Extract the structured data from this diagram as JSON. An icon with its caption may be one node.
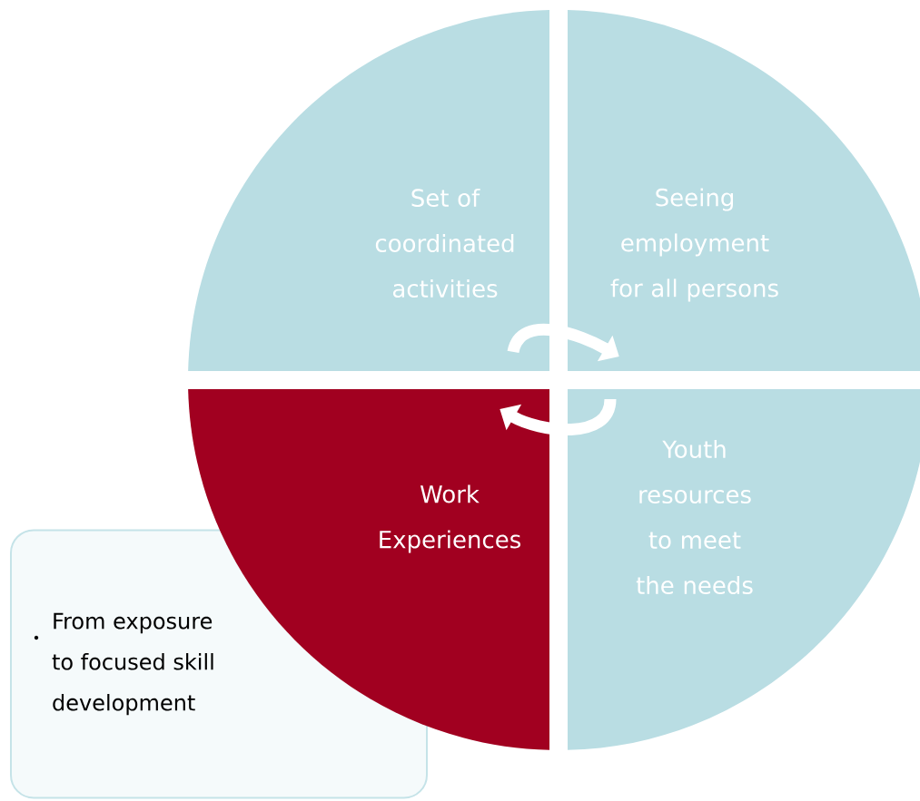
{
  "diagram": {
    "nodes": [
      {
        "text": [
          "Set of coordinated activities"
        ]
      },
      {
        "text": [
          "Seeing employment for all persons"
        ]
      },
      {
        "text": [
          "Work Experiences"
        ]
      },
      {
        "text": [
          "Youth resources to meet the needs"
        ]
      },
      {
        "text": [
          "From exposure to focused skill development"
        ]
      }
    ],
    "edges": [
      {
        "from": 0,
        "to": 1,
        "arrow": "to"
      },
      {
        "from": 3,
        "to": 2,
        "arrow": "to"
      }
    ]
  }
}
